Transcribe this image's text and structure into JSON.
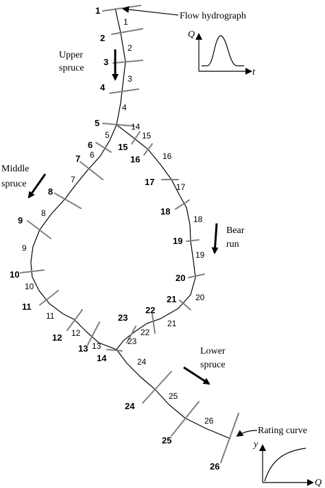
{
  "colors": {
    "river": "#000000",
    "cross_section": "#7f7f7f",
    "arrow": "#000000"
  },
  "nodes": [
    "1",
    "2",
    "3",
    "4",
    "5",
    "6",
    "7",
    "8",
    "9",
    "10",
    "11",
    "12",
    "13",
    "14",
    "15",
    "16",
    "17",
    "18",
    "19",
    "20",
    "21",
    "22",
    "23",
    "24",
    "25",
    "26"
  ],
  "segments": [
    "1",
    "2",
    "3",
    "4",
    "5",
    "6",
    "7",
    "8",
    "9",
    "10",
    "11",
    "12",
    "13",
    "14",
    "15",
    "16",
    "17",
    "18",
    "19",
    "20",
    "21",
    "22",
    "23",
    "24",
    "25",
    "26"
  ],
  "annotations": {
    "upstream_boundary": "Flow hydrograph",
    "downstream_boundary": "Rating curve",
    "upper_spruce": [
      "Upper",
      "spruce"
    ],
    "middle_spruce": [
      "Middle",
      "spruce"
    ],
    "bear_run": [
      "Bear",
      "run"
    ],
    "lower_spruce": [
      "Lower",
      "spruce"
    ]
  },
  "hydrograph_axes": {
    "y": "Q",
    "x": "t"
  },
  "rating_axes": {
    "y": "y",
    "x": "Q"
  }
}
